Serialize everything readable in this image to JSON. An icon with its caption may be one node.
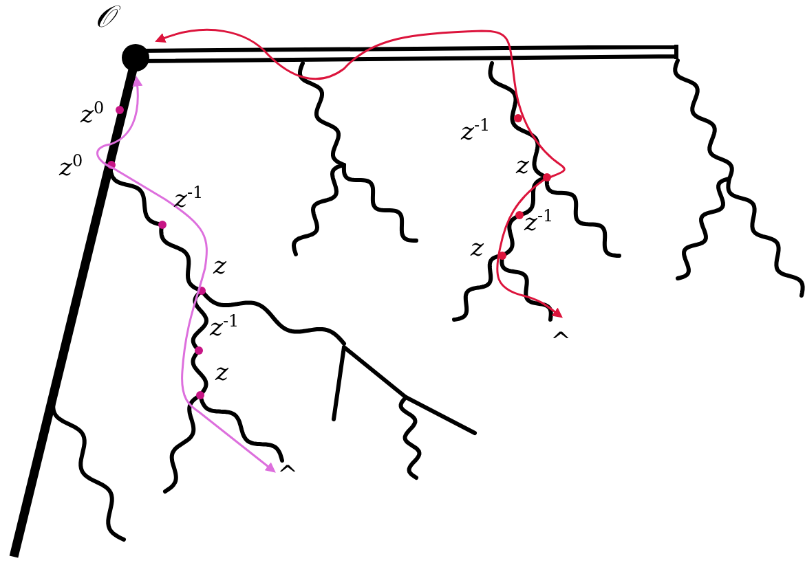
{
  "diagram": {
    "labels": [
      "𝒪",
      "z$^{0}$",
      "z$^{0}$",
      "z$^{-1}$",
      "z$^{-1}$",
      "z",
      "z",
      "z$^{-1}$",
      "z$^{-1}$",
      "z",
      "z",
      "^",
      "^"
    ]
  }
}
